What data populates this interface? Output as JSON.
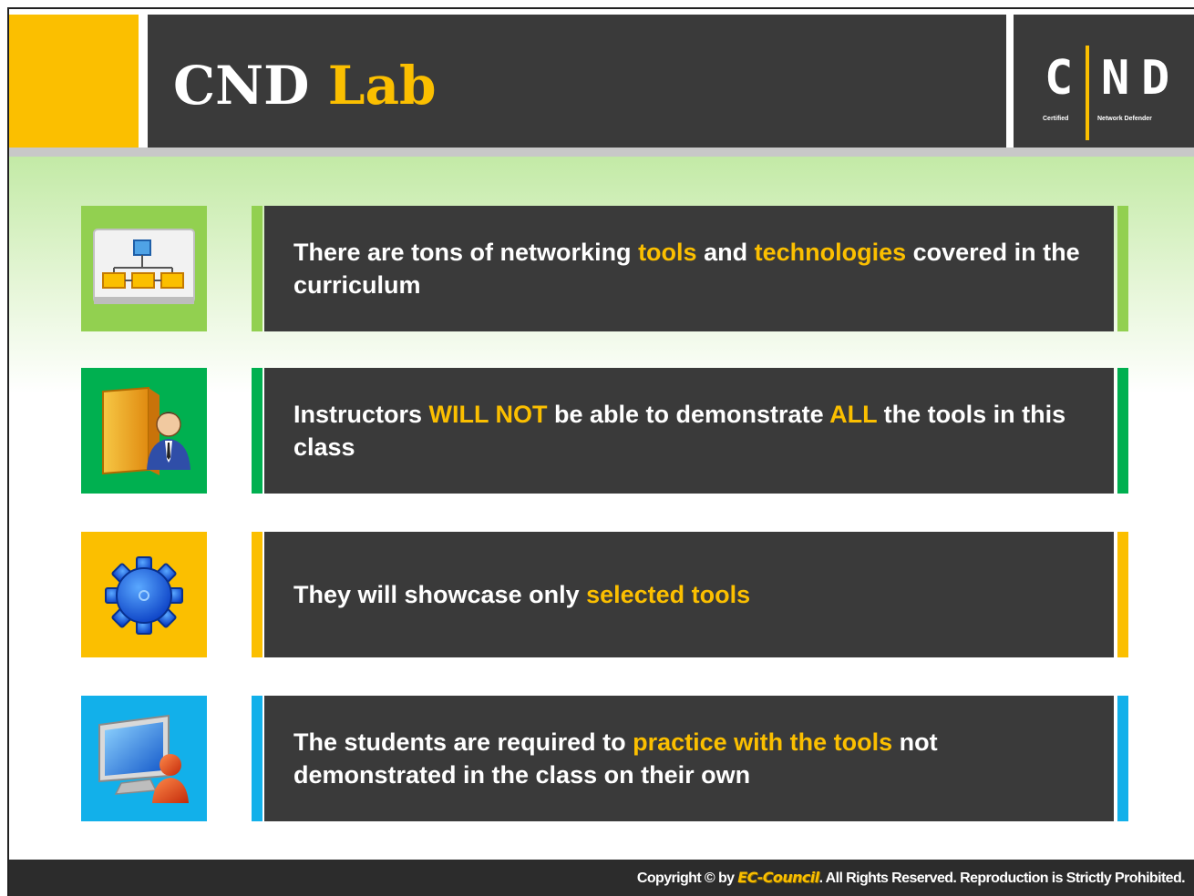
{
  "header": {
    "title_word1": "CND",
    "title_word2": "Lab",
    "logo": {
      "letter_c": "C",
      "letter_n": "N",
      "letter_d": "D",
      "caption_left": "Certified",
      "caption_right": "Network Defender"
    }
  },
  "items": [
    {
      "icon": "network-diagram-icon",
      "color": "#92d050",
      "parts": [
        "There are tons of networking ",
        "tools",
        " and ",
        "technologies",
        " covered in the curriculum"
      ]
    },
    {
      "icon": "instructor-icon",
      "color": "#00b050",
      "parts": [
        "Instructors ",
        "WILL NOT",
        " be able to demonstrate ",
        "ALL",
        " the tools in this class"
      ]
    },
    {
      "icon": "gear-icon",
      "color": "#fbbf00",
      "parts": [
        "They will showcase only ",
        "selected tools"
      ]
    },
    {
      "icon": "student-computer-icon",
      "color": "#12b0ea",
      "parts": [
        "The students are required to ",
        "practice with the tools",
        " not demonstrated in the class on their own"
      ]
    }
  ],
  "footer": {
    "copyright_prefix": "Copyright © by ",
    "brand": "EC-Council",
    "copyright_suffix": ". All Rights Reserved. Reproduction is Strictly Prohibited."
  },
  "colors": {
    "accent_yellow": "#fbbf00",
    "panel_dark": "#3a3a3a",
    "footer_dark": "#2c2c2c"
  }
}
